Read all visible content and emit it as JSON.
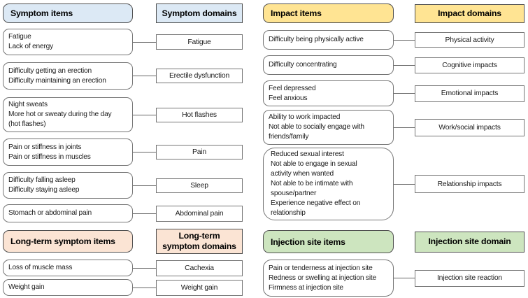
{
  "colors": {
    "symptom": "#dce9f5",
    "long_term": "#fbe4d4",
    "impact": "#ffe493",
    "injection": "#cde5bf",
    "box_border": "#757575",
    "header_border": "#4f4f4f",
    "connector": "#666666"
  },
  "sections": {
    "symptom": {
      "items_header": "Symptom items",
      "domains_header": "Symptom domains",
      "rows": [
        {
          "item": "Fatigue\nLack of energy",
          "domain": "Fatigue"
        },
        {
          "item": "Difficulty getting an erection\nDifficulty maintaining an erection",
          "domain": "Erectile dysfunction"
        },
        {
          "item": "Night sweats\nMore hot or sweaty during the day\n(hot flashes)",
          "domain": "Hot flashes"
        },
        {
          "item": "Pain or stiffness in joints\nPain or stiffness in muscles",
          "domain": "Pain"
        },
        {
          "item": "Difficulty falling asleep\nDifficulty staying asleep",
          "domain": "Sleep"
        },
        {
          "item": "Stomach or abdominal pain",
          "domain": "Abdominal pain"
        }
      ]
    },
    "long_term": {
      "items_header": "Long-term symptom items",
      "domains_header": "Long-term\nsymptom domains",
      "rows": [
        {
          "item": "Loss of muscle mass",
          "domain": "Cachexia"
        },
        {
          "item": "Weight gain",
          "domain": "Weight gain"
        }
      ]
    },
    "impact": {
      "items_header": "Impact items",
      "domains_header": "Impact domains",
      "rows": [
        {
          "item": "Difficulty being physically active",
          "domain": "Physical activity"
        },
        {
          "item": "Difficulty concentrating",
          "domain": "Cognitive impacts"
        },
        {
          "item": "Feel depressed\nFeel anxious",
          "domain": "Emotional impacts"
        },
        {
          "item": "Ability to work impacted\nNot able to socially engage with\nfriends/family",
          "domain": "Work/social impacts"
        },
        {
          "item": "Reduced sexual interest\nNot able to engage in sexual\nactivity when wanted\nNot able to be intimate with\nspouse/partner\nExperience negative effect on\nrelationship",
          "domain": "Relationship impacts"
        }
      ]
    },
    "injection": {
      "items_header": "Injection site items",
      "domains_header": "Injection site domain",
      "rows": [
        {
          "item": "Pain or tenderness at injection site\nRedness or swelling at injection site\nFirmness at injection site",
          "domain": "Injection site reaction"
        }
      ]
    }
  }
}
